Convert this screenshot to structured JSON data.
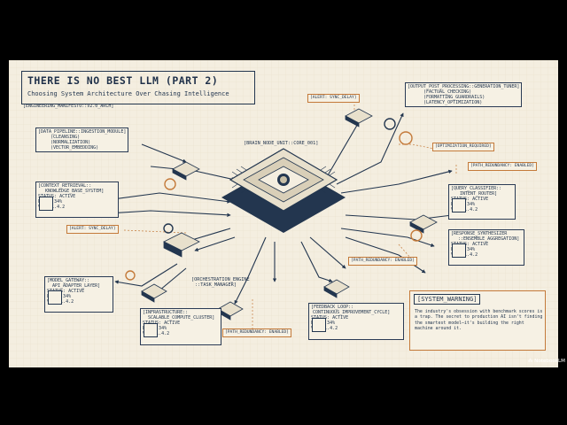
{
  "header": {
    "title": "THERE IS NO BEST LLM (PART 2)",
    "subtitle": "Choosing System Architecture Over Chasing Intelligence",
    "manifesto": "[ENGINEERING_MANIFESTO::V2.0_ARCH]"
  },
  "core": {
    "label": "[BRAIN_NODE_UNIT::CORE_001]"
  },
  "alerts": {
    "sync_top": "[ALERT: SYNC_DELAY]",
    "sync_left": "[ALERT: SYNC_DELAY]",
    "optimization": "[OPTIMIZATION_REQUIRED]",
    "path_right": "[PATH_REDUNDANCY: ENABLED]",
    "path_mid": "[PATH_REDUNDANCY: ENABLED]",
    "path_bottom": "[PATH_REDUNDANCY: ENABLED]"
  },
  "modules": {
    "data_pipeline": {
      "name": "[DATA_PIPELINE::INGESTION_MODULE]",
      "items": [
        "(CLEANSING)",
        "(NORMALIZATION)",
        "(VECTOR_EMBEDDING)"
      ]
    },
    "output_post": {
      "name": "[OUTPUT_POST_PROCESSING::GENERATION_TUNER]",
      "items": [
        "(FACTUAL_CHECKING)",
        "(FORMATTING_GUARDRAILS)",
        "(LATENCY_OPTIMIZATION)"
      ]
    },
    "context_retrieval": {
      "name1": "[CONTEXT_RETRIEVAL::",
      "name2": "KNOWLEDGE_BASE_SYSTEM]",
      "status": "STATUS: ACTIVE",
      "load": "LOAD: 34%",
      "ver": "VER: 1.4.2"
    },
    "query_classifier": {
      "name1": "[QUERY_CLASSIFIER::",
      "name2": "INTENT_ROUTER]",
      "status": "STATUS: ACTIVE",
      "load": "LOAD: 34%",
      "ver": "VER: 1.4.2"
    },
    "response_synth": {
      "name1": "[RESPONSE_SYNTHESIZER",
      "name2": "::ENSEMBLE_AGGREGATION]",
      "status": "STATUS: ACTIVE",
      "load": "LOAD: 34%",
      "ver": "VER: 1.4.2"
    },
    "model_gateway": {
      "name1": "[MODEL_GATEWAY::",
      "name2": "API_ADAPTER_LAYER]",
      "status": "STATUS: ACTIVE",
      "load": "LOAD: 34%",
      "ver": "VER: 1.4.2"
    },
    "orchestration": {
      "name1": "[ORCHESTRATION_ENGINE",
      "name2": "::TASK_MANAGER]"
    },
    "infrastructure": {
      "name1": "[INFRASTRUCTURE::",
      "name2": "SCALABLE_COMPUTE_CLUSTER]",
      "status": "STATUS: ACTIVE",
      "load": "LOAD: 34%",
      "ver": "VER: 1.4.2"
    },
    "feedback": {
      "name1": "[FEEDBACK_LOOP::",
      "name2": "CONTINUOUS_IMPROVEMENT_CYCLE]",
      "status": "STATUS: ACTIVE",
      "load": "LOAD: 34%",
      "ver": "VER: 1.4.2"
    }
  },
  "warning": {
    "title": "[SYSTEM_WARNING]",
    "body": "The industry's obsession with benchmark scores is a trap. The secret to production AI isn't finding the smartest model—it's building the right machine around it."
  },
  "watermark": "NotebookLM",
  "colors": {
    "ink": "#23364f",
    "accent": "#c47a3a",
    "paper": "#f4eee0"
  }
}
